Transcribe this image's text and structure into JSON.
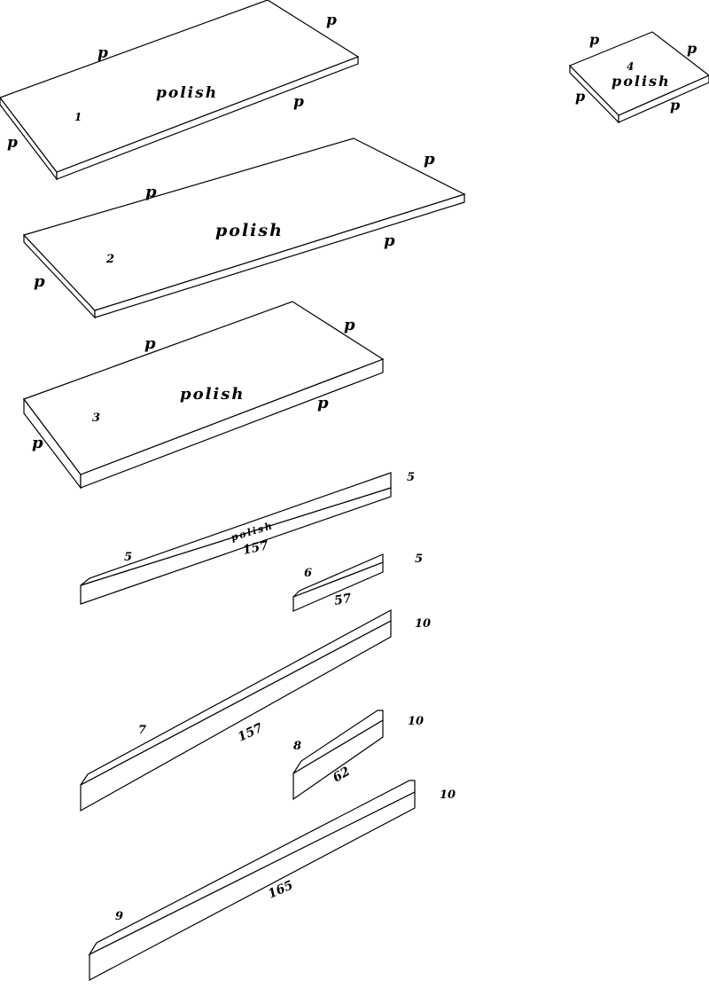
{
  "panels": {
    "panel1": {
      "number": "1",
      "finish": "polish",
      "edge_marks": [
        "p",
        "p",
        "p",
        "p"
      ]
    },
    "panel2": {
      "number": "2",
      "finish": "polish",
      "edge_marks": [
        "p",
        "p",
        "p",
        "p"
      ]
    },
    "panel3": {
      "number": "3",
      "finish": "polish",
      "edge_marks": [
        "p",
        "p",
        "p",
        "p"
      ]
    },
    "panel4": {
      "number": "4",
      "finish": "polish",
      "edge_marks": [
        "p",
        "p",
        "p",
        "p"
      ]
    }
  },
  "strips": {
    "strip5": {
      "number": "5",
      "length": "157",
      "height": "5",
      "finish": "polish"
    },
    "strip6": {
      "number": "6",
      "length": "57",
      "height": "5"
    },
    "strip7": {
      "number": "7",
      "length": "157",
      "height": "10"
    },
    "strip8": {
      "number": "8",
      "length": "62",
      "height": "10"
    },
    "strip9": {
      "number": "9",
      "length": "165",
      "height": "10"
    }
  }
}
